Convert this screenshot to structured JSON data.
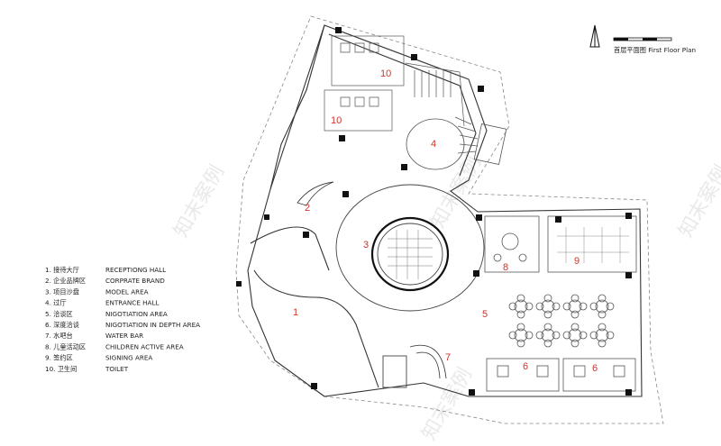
{
  "title": "首层平面图  First Floor Plan",
  "legend": [
    {
      "num": "1.",
      "cn": "接待大厅",
      "en": "RECEPTIONG  HALL"
    },
    {
      "num": "2.",
      "cn": "企业品牌区",
      "en": "CORPRATE  BRAND"
    },
    {
      "num": "3.",
      "cn": "项目沙盘",
      "en": "MODEL  AREA"
    },
    {
      "num": "4.",
      "cn": "过厅",
      "en": "ENTRANCE  HALL"
    },
    {
      "num": "5.",
      "cn": "洽谈区",
      "en": "NIGOTIATION  AREA"
    },
    {
      "num": "6.",
      "cn": "深度洽谈",
      "en": "NIGOTIATION  IN  DEPTH AREA"
    },
    {
      "num": "7.",
      "cn": "水吧台",
      "en": "WATER  BAR"
    },
    {
      "num": "8.",
      "cn": "儿童活动区",
      "en": "CHILDREN  ACTIVE  AREA"
    },
    {
      "num": "9.",
      "cn": "签约区",
      "en": "SIGNING  AREA"
    },
    {
      "num": "10.",
      "cn": "卫生间",
      "en": "TOILET"
    }
  ],
  "room_labels": [
    "1",
    "2",
    "3",
    "4",
    "5",
    "6",
    "6",
    "7",
    "8",
    "9",
    "10",
    "10"
  ],
  "watermark": "知末案例",
  "colors": {
    "label": "#d0332b",
    "wall": "#111111",
    "line": "#555555"
  }
}
